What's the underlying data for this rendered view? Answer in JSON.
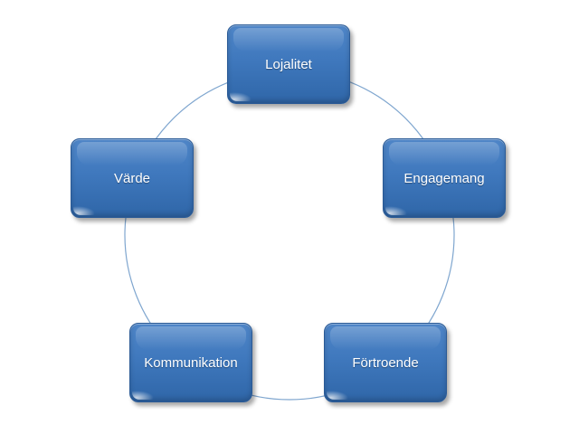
{
  "diagram": {
    "type": "cycle",
    "colors": {
      "node_fill": "#3f78bd",
      "node_border": "#2a5a96",
      "ring": "#7fa6cf",
      "text": "#ffffff",
      "background": "#ffffff"
    },
    "nodes": [
      {
        "id": "lojalitet",
        "label": "Lojalitet"
      },
      {
        "id": "engagemang",
        "label": "Engagemang"
      },
      {
        "id": "fortroende",
        "label": "Förtroende"
      },
      {
        "id": "kommunikation",
        "label": "Kommunikation"
      },
      {
        "id": "varde",
        "label": "Värde"
      }
    ]
  }
}
